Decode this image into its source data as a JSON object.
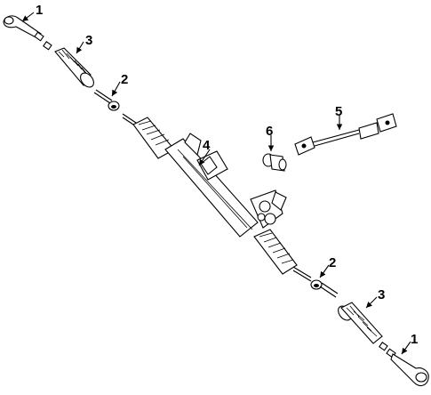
{
  "callouts": {
    "tie_rod_end_top": "1",
    "boot_top": "3",
    "inner_tie_rod_top": "2",
    "steering_gear": "4",
    "damper": "5",
    "mount_bushing": "6",
    "inner_tie_rod_bottom": "2",
    "boot_bottom": "3",
    "tie_rod_end_bottom": "1"
  },
  "colors": {
    "line": "#000000",
    "background": "#ffffff"
  }
}
